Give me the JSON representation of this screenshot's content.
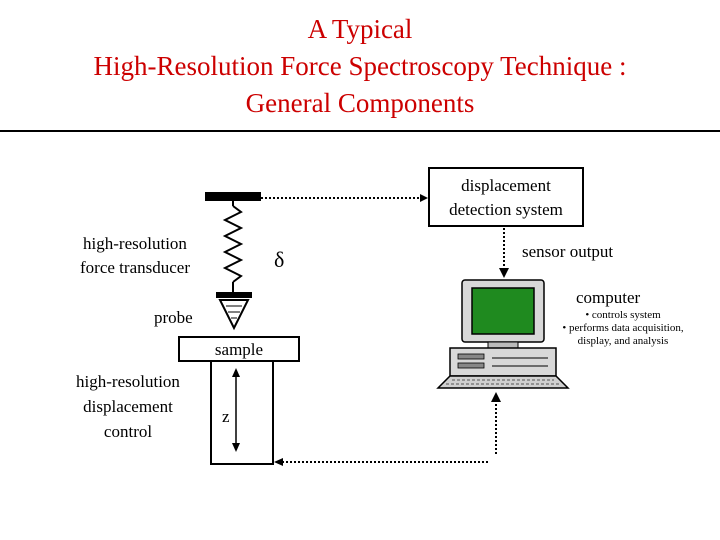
{
  "title": {
    "line1": "A Typical",
    "line2": "High-Resolution Force Spectroscopy Technique :",
    "line3": "General Components"
  },
  "labels": {
    "displacement_detection_1": "displacement",
    "displacement_detection_2": "detection system",
    "transducer_1": "high-resolution",
    "transducer_2": "force transducer",
    "delta": "δ",
    "sensor_output": "sensor output",
    "computer": "computer",
    "computer_desc_1": "• controls system",
    "computer_desc_2": "• performs data acquisition,",
    "computer_desc_3": "display, and analysis",
    "probe": "probe",
    "sample": "sample",
    "control_1": "high-resolution",
    "control_2": "displacement",
    "control_3": "control",
    "z": "z"
  },
  "colors": {
    "title": "#cc0000",
    "screen": "#1f8a1f"
  }
}
